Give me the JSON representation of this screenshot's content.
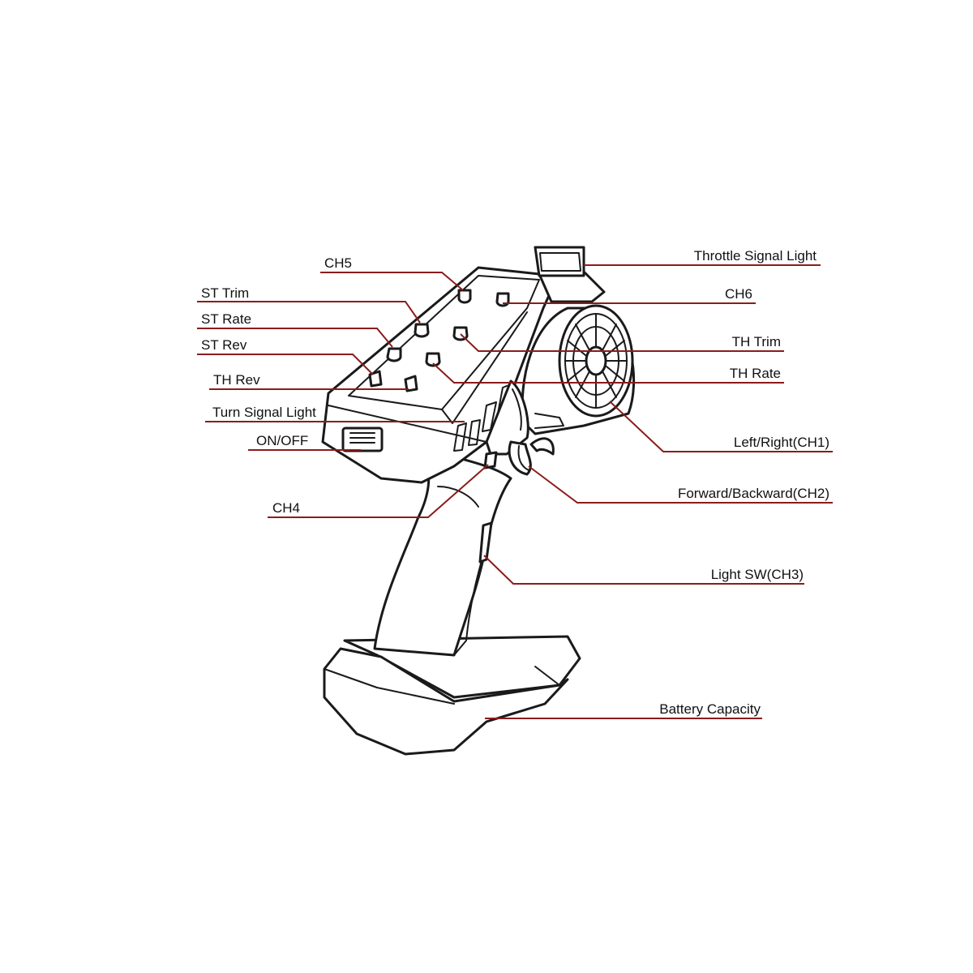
{
  "colors": {
    "leader": "#8a1c1c",
    "outline": "#1a1a1a",
    "background": "#ffffff"
  },
  "labels": {
    "ch5": "CH5",
    "st_trim": "ST Trim",
    "st_rate": "ST Rate",
    "st_rev": "ST Rev",
    "th_rev": "TH Rev",
    "turn_signal_light": "Turn Signal Light",
    "on_off": "ON/OFF",
    "ch4": "CH4",
    "throttle_signal_light": "Throttle Signal Light",
    "ch6": "CH6",
    "th_trim": "TH Trim",
    "th_rate": "TH Rate",
    "left_right_ch1": "Left/Right(CH1)",
    "forward_backward_ch2": "Forward/Backward(CH2)",
    "light_sw_ch3": "Light SW(CH3)",
    "battery_capacity": "Battery Capacity"
  }
}
